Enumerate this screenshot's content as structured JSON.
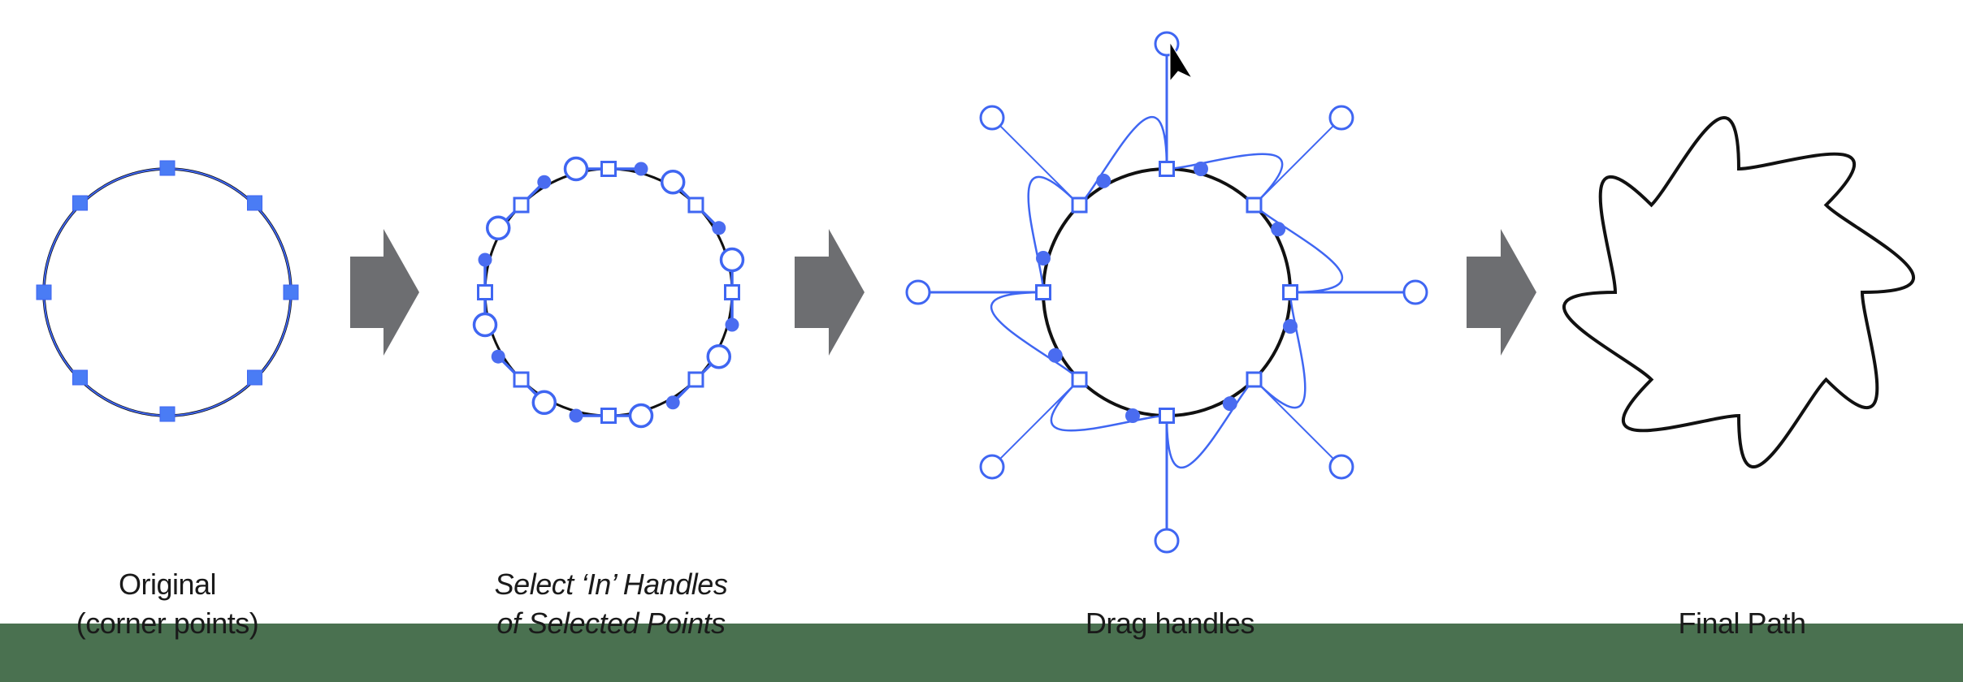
{
  "colors": {
    "background": "#ffffff",
    "band": "#4a7150",
    "handle_blue": "#3f66f2",
    "handle_fill": "#4a74f0",
    "path_black": "#111111",
    "arrow_gray": "#6d6e71",
    "cursor": "#000000"
  },
  "steps": [
    {
      "id": "original",
      "caption_lines": [
        "Original",
        "(corner points)"
      ],
      "italic": false
    },
    {
      "id": "select-in-handles",
      "caption_lines": [
        "Select ‘In’ Handles",
        "of Selected Points"
      ],
      "italic": true
    },
    {
      "id": "drag-handles",
      "caption_lines": [
        "",
        "Drag handles"
      ],
      "italic": false
    },
    {
      "id": "final-path",
      "caption_lines": [
        "",
        "Final Path"
      ],
      "italic": false
    }
  ],
  "arrows": [
    {
      "from": "original",
      "to": "select-in-handles"
    },
    {
      "from": "select-in-handles",
      "to": "drag-handles"
    },
    {
      "from": "drag-handles",
      "to": "final-path"
    }
  ],
  "icons": {
    "arrow": "right-block-arrow",
    "cursor": "mouse-pointer-arrow",
    "anchor_selected": "filled-square",
    "anchor_unselected": "hollow-square",
    "handle_selected": "hollow-circle",
    "handle_unselected": "filled-dot"
  }
}
